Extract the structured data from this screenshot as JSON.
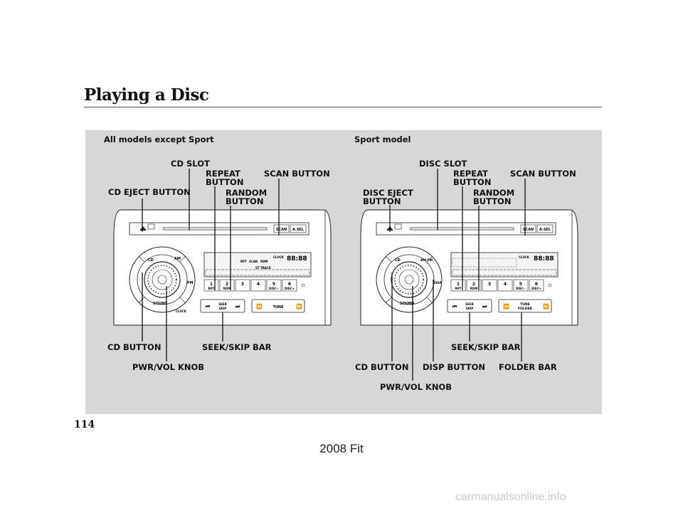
{
  "page": {
    "title": "Playing a Disc",
    "page_number": "114",
    "footer": "2008  Fit",
    "watermark": "carmanualsonline.info"
  },
  "left_figure": {
    "caption": "All models except Sport",
    "labels": {
      "cd_slot": "CD SLOT",
      "repeat": [
        "REPEAT",
        "BUTTON"
      ],
      "scan": "SCAN BUTTON",
      "cd_eject": "CD EJECT BUTTON",
      "random": [
        "RANDOM",
        "BUTTON"
      ],
      "cd_button": "CD BUTTON",
      "seek_skip": "SEEK/SKIP BAR",
      "pwr_vol": "PWR/VOL KNOB"
    },
    "unit": {
      "scan": "SCAN",
      "asel": "A.SEL",
      "clock": "CLOCK",
      "time": "88:88",
      "indicators": [
        "RPT",
        "SCAN",
        "RDM"
      ],
      "st_track": "ST  TRACK",
      "presets": [
        "1",
        "2",
        "3",
        "4",
        "5",
        "6"
      ],
      "preset_sub": [
        "RPT",
        "RDM",
        "",
        "",
        "DISC−",
        "DISC+"
      ],
      "seek": [
        "SEEK",
        "SKIP"
      ],
      "tune": "TUNE",
      "knob_labels": [
        "CD",
        "AM",
        "FM",
        "SOUND",
        "CLOCK"
      ]
    }
  },
  "right_figure": {
    "caption": "Sport model",
    "labels": {
      "disc_slot": "DISC SLOT",
      "repeat": [
        "REPEAT",
        "BUTTON"
      ],
      "scan": "SCAN BUTTON",
      "disc_eject": [
        "DISC EJECT",
        "BUTTON"
      ],
      "random": [
        "RANDOM",
        "BUTTON"
      ],
      "cd_button": "CD BUTTON",
      "disp_button": "DISP BUTTON",
      "folder_bar": "FOLDER BAR",
      "seek_skip": "SEEK/SKIP BAR",
      "pwr_vol": "PWR/VOL KNOB"
    },
    "unit": {
      "scan": "SCAN",
      "asel": "A.SEL",
      "clock": "CLOCK",
      "time": "88:88",
      "presets": [
        "1",
        "2",
        "3",
        "4",
        "5",
        "6"
      ],
      "preset_sub": [
        "RPT",
        "RDM",
        "",
        "",
        "DISC−",
        "DISC+"
      ],
      "seek": [
        "SEEK",
        "SKIP"
      ],
      "tune": [
        "TUNE",
        "FOLDER"
      ],
      "knob_labels": [
        "CD",
        "AM FM",
        "DISP",
        "SOUND"
      ]
    }
  }
}
